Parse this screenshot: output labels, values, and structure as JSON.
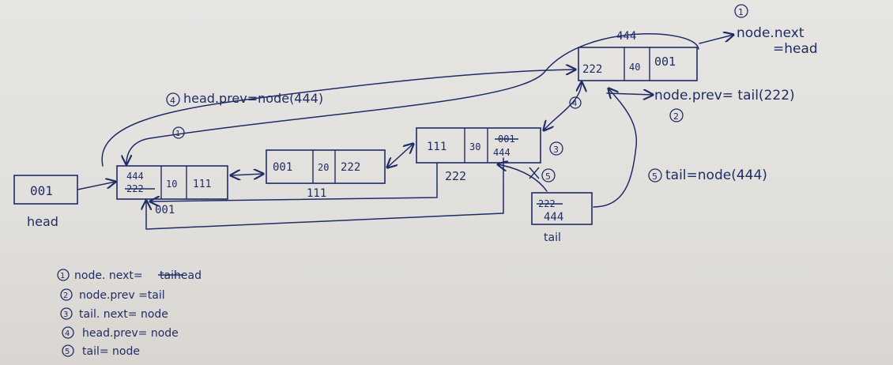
{
  "nodes": {
    "head_box": {
      "value": "001",
      "label": "head"
    },
    "n001": {
      "prev": "444",
      "prev_old": "222",
      "val": "10",
      "next": "111",
      "addr": "001"
    },
    "n111": {
      "prev": "001",
      "val": "20",
      "next": "222",
      "addr": "111"
    },
    "n222": {
      "prev": "111",
      "val": "30",
      "next": "444",
      "next_old": "001",
      "addr": "222"
    },
    "n444": {
      "prev": "222",
      "val": "40",
      "next": "001",
      "addr": "444"
    },
    "tail_box": {
      "value": "444",
      "value_old": "222",
      "label": "tail"
    }
  },
  "annotations": {
    "a1_num": "1",
    "a1_line1": "node.next",
    "a1_line2": "=head",
    "a2_text": "node.prev= tail(222)",
    "a2_num": "2",
    "a3_num": "3",
    "a4_text": "head.prev=node(444)",
    "a4_num": "4",
    "a5_text": "tail=node(444)",
    "a5_num": "5",
    "a5_mark": "5",
    "a1_mark": "1",
    "a4_mark": "4"
  },
  "legend": [
    {
      "num": "1",
      "text": "node. next=",
      "tail": "head",
      "struck": "tail"
    },
    {
      "num": "2",
      "text": "node.prev =tail"
    },
    {
      "num": "3",
      "text": "tail. next= node"
    },
    {
      "num": "4",
      "text": "head.prev= node"
    },
    {
      "num": "5",
      "text": "tail= node"
    }
  ]
}
